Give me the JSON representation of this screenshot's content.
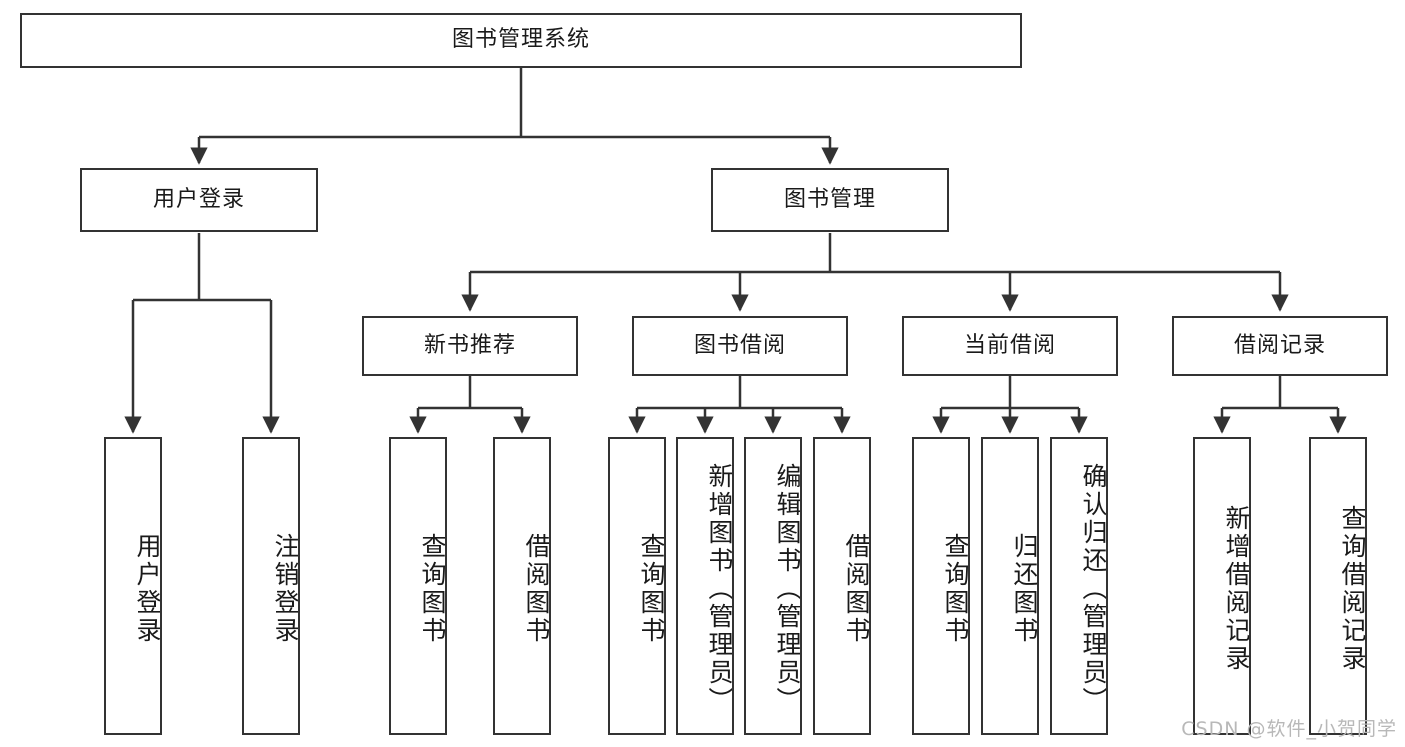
{
  "diagram": {
    "type": "tree",
    "title": "图书管理系统",
    "watermark": "CSDN @软件_小贺同学",
    "colors": {
      "node_border": "#333333",
      "node_fill": "#ffffff",
      "connector": "#333333",
      "text": "#1a1a1a",
      "watermark": "#b8b8b8"
    },
    "levels": {
      "root": {
        "label": "图书管理系统"
      },
      "level2": [
        {
          "id": "user-login",
          "label": "用户登录"
        },
        {
          "id": "book-management",
          "label": "图书管理"
        }
      ],
      "level3": [
        {
          "id": "new-book-recommend",
          "label": "新书推荐",
          "parent": "book-management"
        },
        {
          "id": "book-borrow",
          "label": "图书借阅",
          "parent": "book-management"
        },
        {
          "id": "current-borrow",
          "label": "当前借阅",
          "parent": "book-management"
        },
        {
          "id": "borrow-record",
          "label": "借阅记录",
          "parent": "book-management"
        }
      ],
      "leaves": [
        {
          "id": "leaf-user-login",
          "label": "用户登录",
          "parent": "user-login"
        },
        {
          "id": "leaf-logout",
          "label": "注销登录",
          "parent": "user-login"
        },
        {
          "id": "leaf-query-book-1",
          "label": "查询图书",
          "parent": "new-book-recommend"
        },
        {
          "id": "leaf-borrow-book-1",
          "label": "借阅图书",
          "parent": "new-book-recommend"
        },
        {
          "id": "leaf-query-book-2",
          "label": "查询图书",
          "parent": "book-borrow"
        },
        {
          "id": "leaf-add-book",
          "label": "新增图书（管理员）",
          "parent": "book-borrow"
        },
        {
          "id": "leaf-edit-book",
          "label": "编辑图书（管理员）",
          "parent": "book-borrow"
        },
        {
          "id": "leaf-borrow-book-2",
          "label": "借阅图书",
          "parent": "book-borrow"
        },
        {
          "id": "leaf-query-book-3",
          "label": "查询图书",
          "parent": "current-borrow"
        },
        {
          "id": "leaf-return-book",
          "label": "归还图书",
          "parent": "current-borrow"
        },
        {
          "id": "leaf-confirm-return",
          "label": "确认归还（管理员）",
          "parent": "current-borrow"
        },
        {
          "id": "leaf-add-record",
          "label": "新增借阅记录",
          "parent": "borrow-record"
        },
        {
          "id": "leaf-query-record",
          "label": "查询借阅记录",
          "parent": "borrow-record"
        }
      ]
    }
  }
}
